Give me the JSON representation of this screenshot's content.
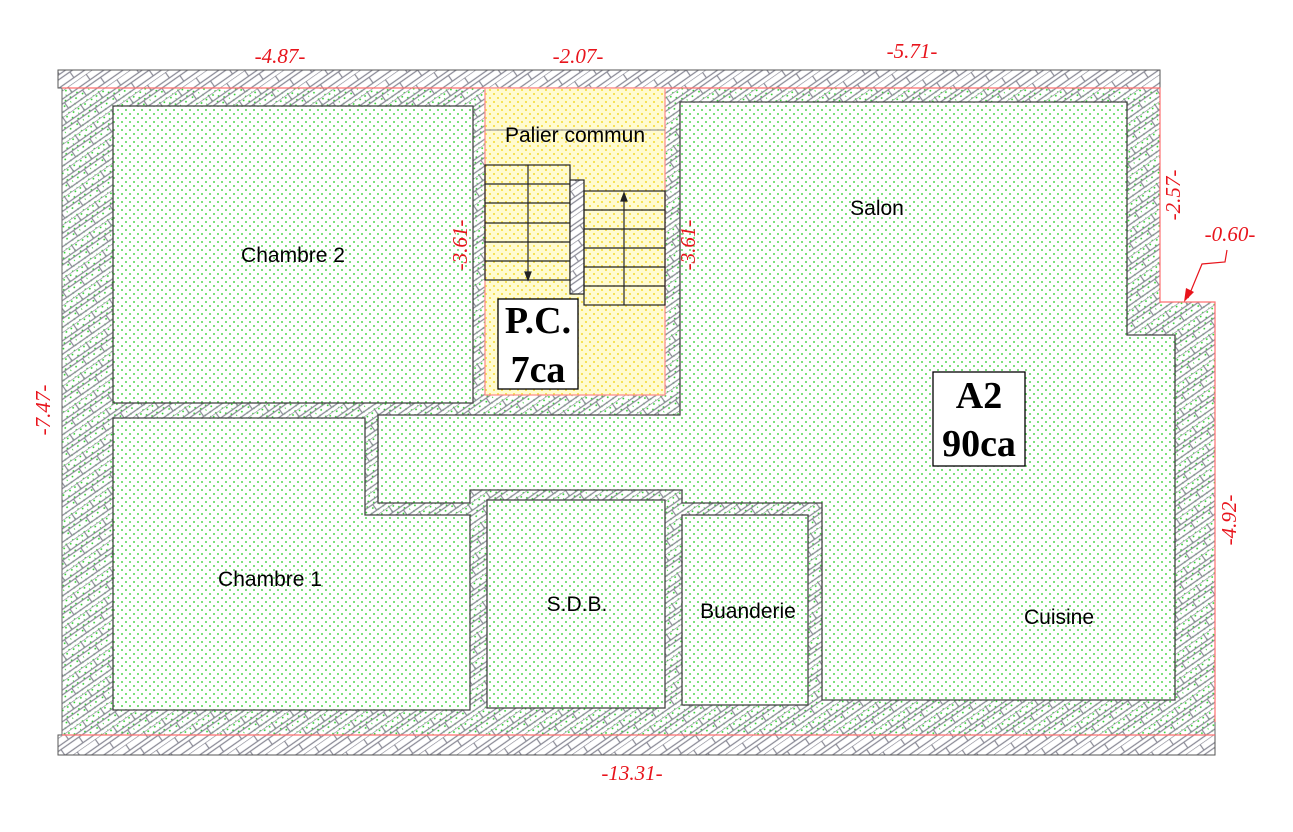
{
  "plan": {
    "rooms": {
      "chambre2": "Chambre 2",
      "chambre1": "Chambre 1",
      "palier": "Palier commun",
      "salon": "Salon",
      "cuisine": "Cuisine",
      "sdb": "S.D.B.",
      "buanderie": "Buanderie"
    },
    "tags": {
      "pc_name": "P.C.",
      "pc_area": "7ca",
      "a2_name": "A2",
      "a2_area": "90ca"
    },
    "dimensions": {
      "top_left": "-4.87-",
      "top_middle": "-2.07-",
      "top_right": "-5.71-",
      "left": "-7.47-",
      "stair_left": "-3.61-",
      "stair_right": "-3.61-",
      "right_upper": "-2.57-",
      "step": "-0.60-",
      "right_lower": "-4.92-",
      "bottom": "-13.31-"
    },
    "colors": {
      "dimension": "#e8141c",
      "room_dots": "#22cc22",
      "common_fill": "#fffbd0",
      "wall_hatch": "#8a8a96"
    }
  }
}
